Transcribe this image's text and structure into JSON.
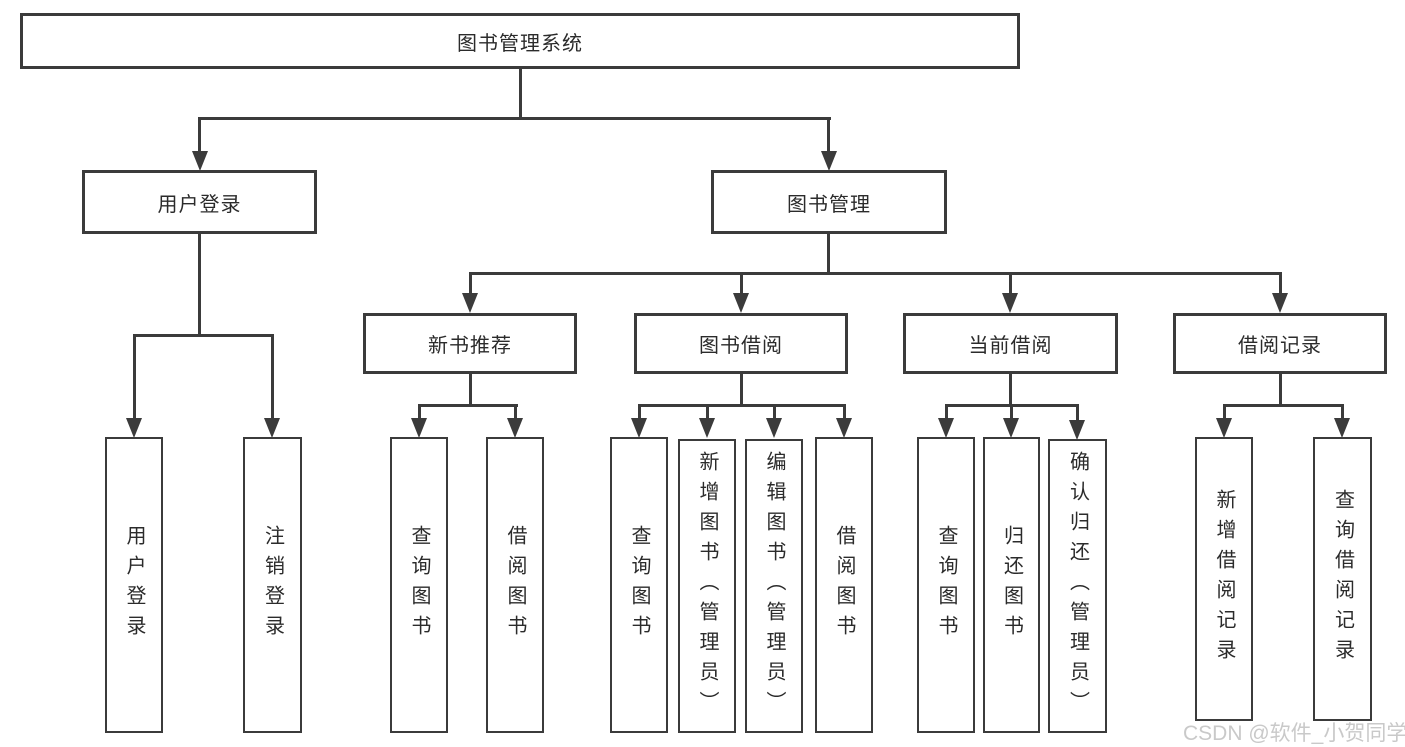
{
  "diagram": {
    "type": "tree",
    "root": {
      "label": "图书管理系统",
      "children": [
        {
          "label": "用户登录",
          "children": [
            {
              "label": "用户登录"
            },
            {
              "label": "注销登录"
            }
          ]
        },
        {
          "label": "图书管理",
          "children": [
            {
              "label": "新书推荐",
              "children": [
                {
                  "label": "查询图书"
                },
                {
                  "label": "借阅图书"
                }
              ]
            },
            {
              "label": "图书借阅",
              "children": [
                {
                  "label": "查询图书"
                },
                {
                  "label": "新增图书（管理员）"
                },
                {
                  "label": "编辑图书（管理员）"
                },
                {
                  "label": "借阅图书"
                }
              ]
            },
            {
              "label": "当前借阅",
              "children": [
                {
                  "label": "查询图书"
                },
                {
                  "label": "归还图书"
                },
                {
                  "label": "确认归还（管理员）"
                }
              ]
            },
            {
              "label": "借阅记录",
              "children": [
                {
                  "label": "新增借阅记录"
                },
                {
                  "label": "查询借阅记录"
                }
              ]
            }
          ]
        }
      ]
    }
  },
  "watermark": {
    "text": "CSDN @软件_小贺同学"
  },
  "colors": {
    "line": "#3b3b3b",
    "box_border": "#3b3b3b",
    "text": "#2b2b2b",
    "watermark": "#c9c9c9",
    "background": "#ffffff"
  }
}
